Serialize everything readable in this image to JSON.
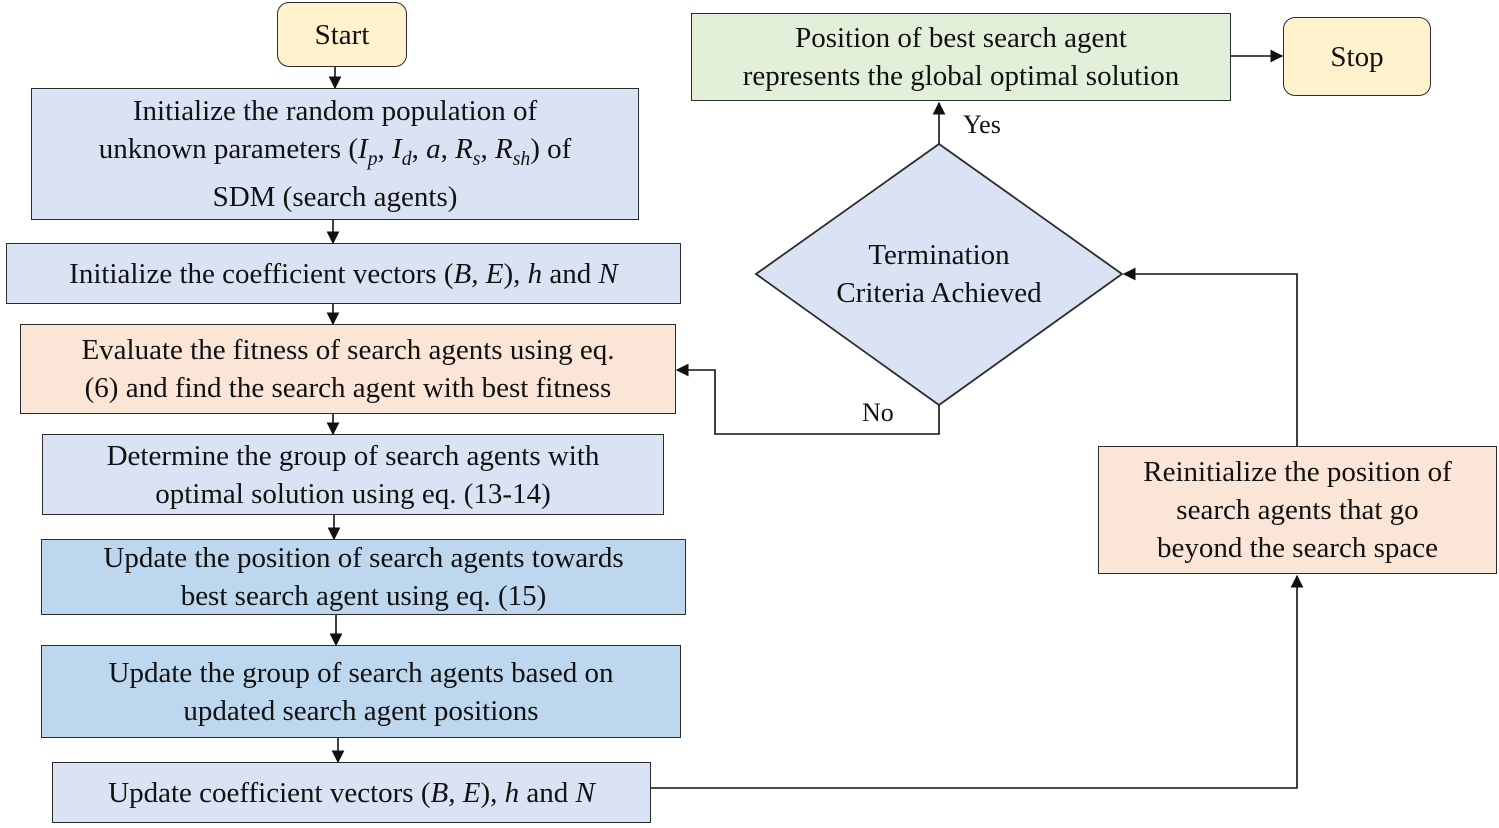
{
  "nodes": {
    "start": "Start",
    "init_population": {
      "line1": "Initialize the random population of",
      "line2_pre": "unknown parameters (",
      "var_ip": "I",
      "sub_p": "p",
      "sep1": ", ",
      "var_id": "I",
      "sub_d": "d",
      "sep2": ", ",
      "var_a": "a",
      "sep3": ", ",
      "var_rs": "R",
      "sub_s": "s",
      "sep4": ", ",
      "var_rsh": "R",
      "sub_sh": "sh",
      "line2_post": ") of",
      "line3": "SDM (search agents)"
    },
    "init_coeff": {
      "pre": "Initialize the coefficient vectors (",
      "be": "B, E",
      "mid": "), ",
      "h": "h",
      "and": " and ",
      "n": "N"
    },
    "evaluate": {
      "line1": "Evaluate the fitness of search agents using eq.",
      "line2": "(6) and find the search agent with best fitness"
    },
    "determine": {
      "line1": "Determine the group of search agents with",
      "line2": "optimal solution using eq. (13-14)"
    },
    "update_position": {
      "line1": "Update the position of search agents towards",
      "line2": "best search agent using eq. (15)"
    },
    "update_group": {
      "line1": "Update the group of search agents based on",
      "line2": "updated search agent positions"
    },
    "update_coeff": {
      "pre": "Update coefficient vectors (",
      "be": "B, E",
      "mid": "), ",
      "h": "h",
      "and": " and ",
      "n": "N"
    },
    "termination": {
      "line1": "Termination",
      "line2": "Criteria Achieved"
    },
    "best_position": {
      "line1": "Position of best search agent",
      "line2": "represents the global optimal solution"
    },
    "stop": "Stop",
    "reinitialize": {
      "line1": "Reinitialize the position of",
      "line2": "search agents that go",
      "line3": "beyond the search space"
    }
  },
  "edge_labels": {
    "yes": "Yes",
    "no": "No"
  },
  "colors": {
    "light_blue": "#dae3f3",
    "mid_blue": "#bdd7ee",
    "peach": "#fbe5d6",
    "green": "#e2f0d9",
    "yellow": "#fff2cc",
    "diamond": "#dae3f3"
  }
}
